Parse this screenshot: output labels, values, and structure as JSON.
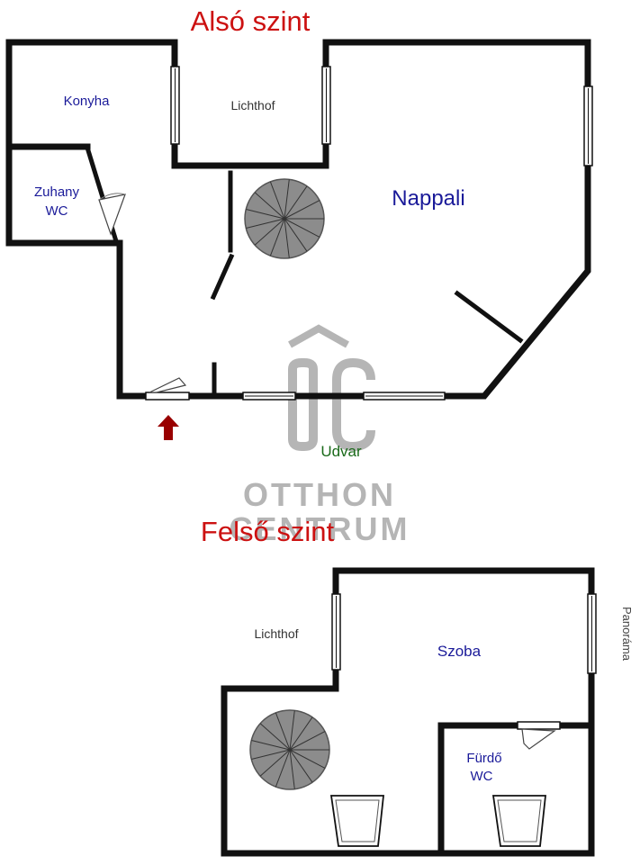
{
  "lower_level": {
    "title": "Alsó szint",
    "rooms": {
      "kitchen": "Konyha",
      "lightwell": "Lichthof",
      "living": "Nappali",
      "shower_line1": "Zuhany",
      "shower_line2": "WC",
      "yard": "Udvar"
    }
  },
  "upper_level": {
    "title": "Felső szint",
    "rooms": {
      "lightwell": "Lichthof",
      "room": "Szoba",
      "bath_line1": "Fürdő",
      "bath_line2": "WC",
      "panorama": "Panoráma"
    }
  },
  "watermark": {
    "logo": "ÔC",
    "line1": "OTTHON",
    "line2": "CENTRUM"
  },
  "colors": {
    "title": "#cc1111",
    "room_blue": "#1a1a99",
    "room_gray": "#333333",
    "yard_green": "#1a6a1a",
    "arrow": "#990000",
    "wall": "#111111",
    "stair": "#8c8c8c",
    "watermark": "#b5b5b5"
  }
}
